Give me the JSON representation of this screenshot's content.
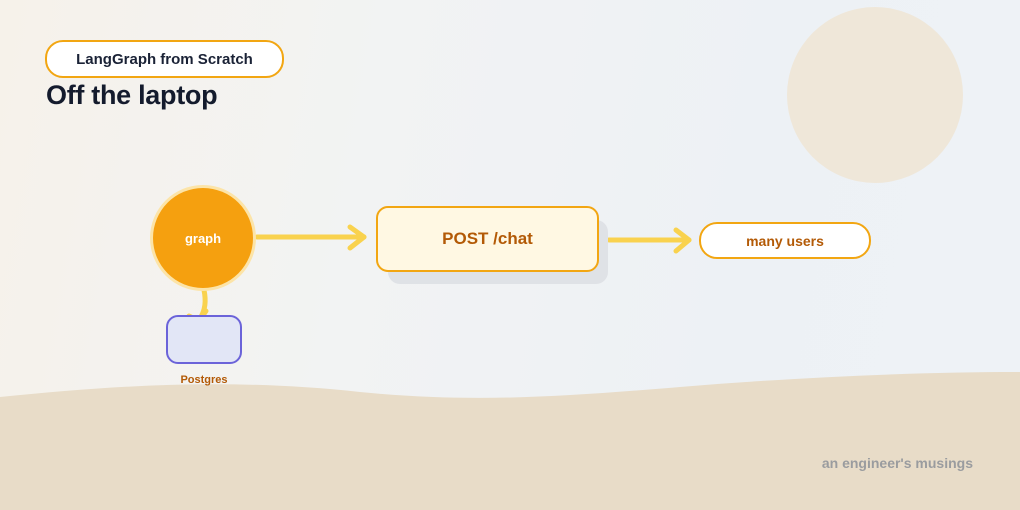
{
  "series_tag": "LangGraph from Scratch",
  "title": "Off the laptop",
  "nodes": {
    "graph": "graph",
    "post_chat": "POST /chat",
    "users": "many users",
    "postgres": "Postgres"
  },
  "footer": "an engineer's musings",
  "colors": {
    "accent_orange": "#f5a00f",
    "arrow_yellow": "#f9d24e",
    "label_brown": "#b35a06",
    "db_purple": "#6b63d9",
    "ground_sand": "#e8dcc8"
  }
}
